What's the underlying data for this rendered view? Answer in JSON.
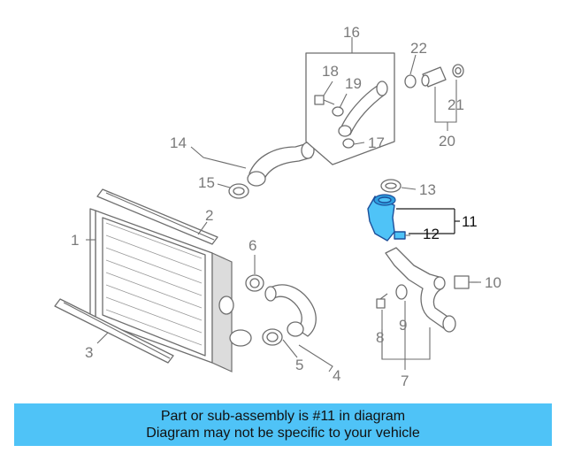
{
  "diagram": {
    "highlighted_part": "11",
    "callouts": {
      "p1": "1",
      "p2": "2",
      "p3": "3",
      "p4": "4",
      "p5": "5",
      "p6": "6",
      "p7": "7",
      "p8": "8",
      "p9": "9",
      "p10": "10",
      "p11": "11",
      "p12": "12",
      "p13": "13",
      "p14": "14",
      "p15": "15",
      "p16": "16",
      "p17": "17",
      "p18": "18",
      "p19": "19",
      "p20": "20",
      "p21": "21",
      "p22": "22"
    }
  },
  "caption": {
    "line1": "Part or sub-assembly is #11 in diagram",
    "line2": "Diagram may not be specific to your vehicle"
  },
  "colors": {
    "highlight": "#4fc3f7",
    "outline": "#6e6e6e",
    "callout_text": "#7a7a7a"
  }
}
